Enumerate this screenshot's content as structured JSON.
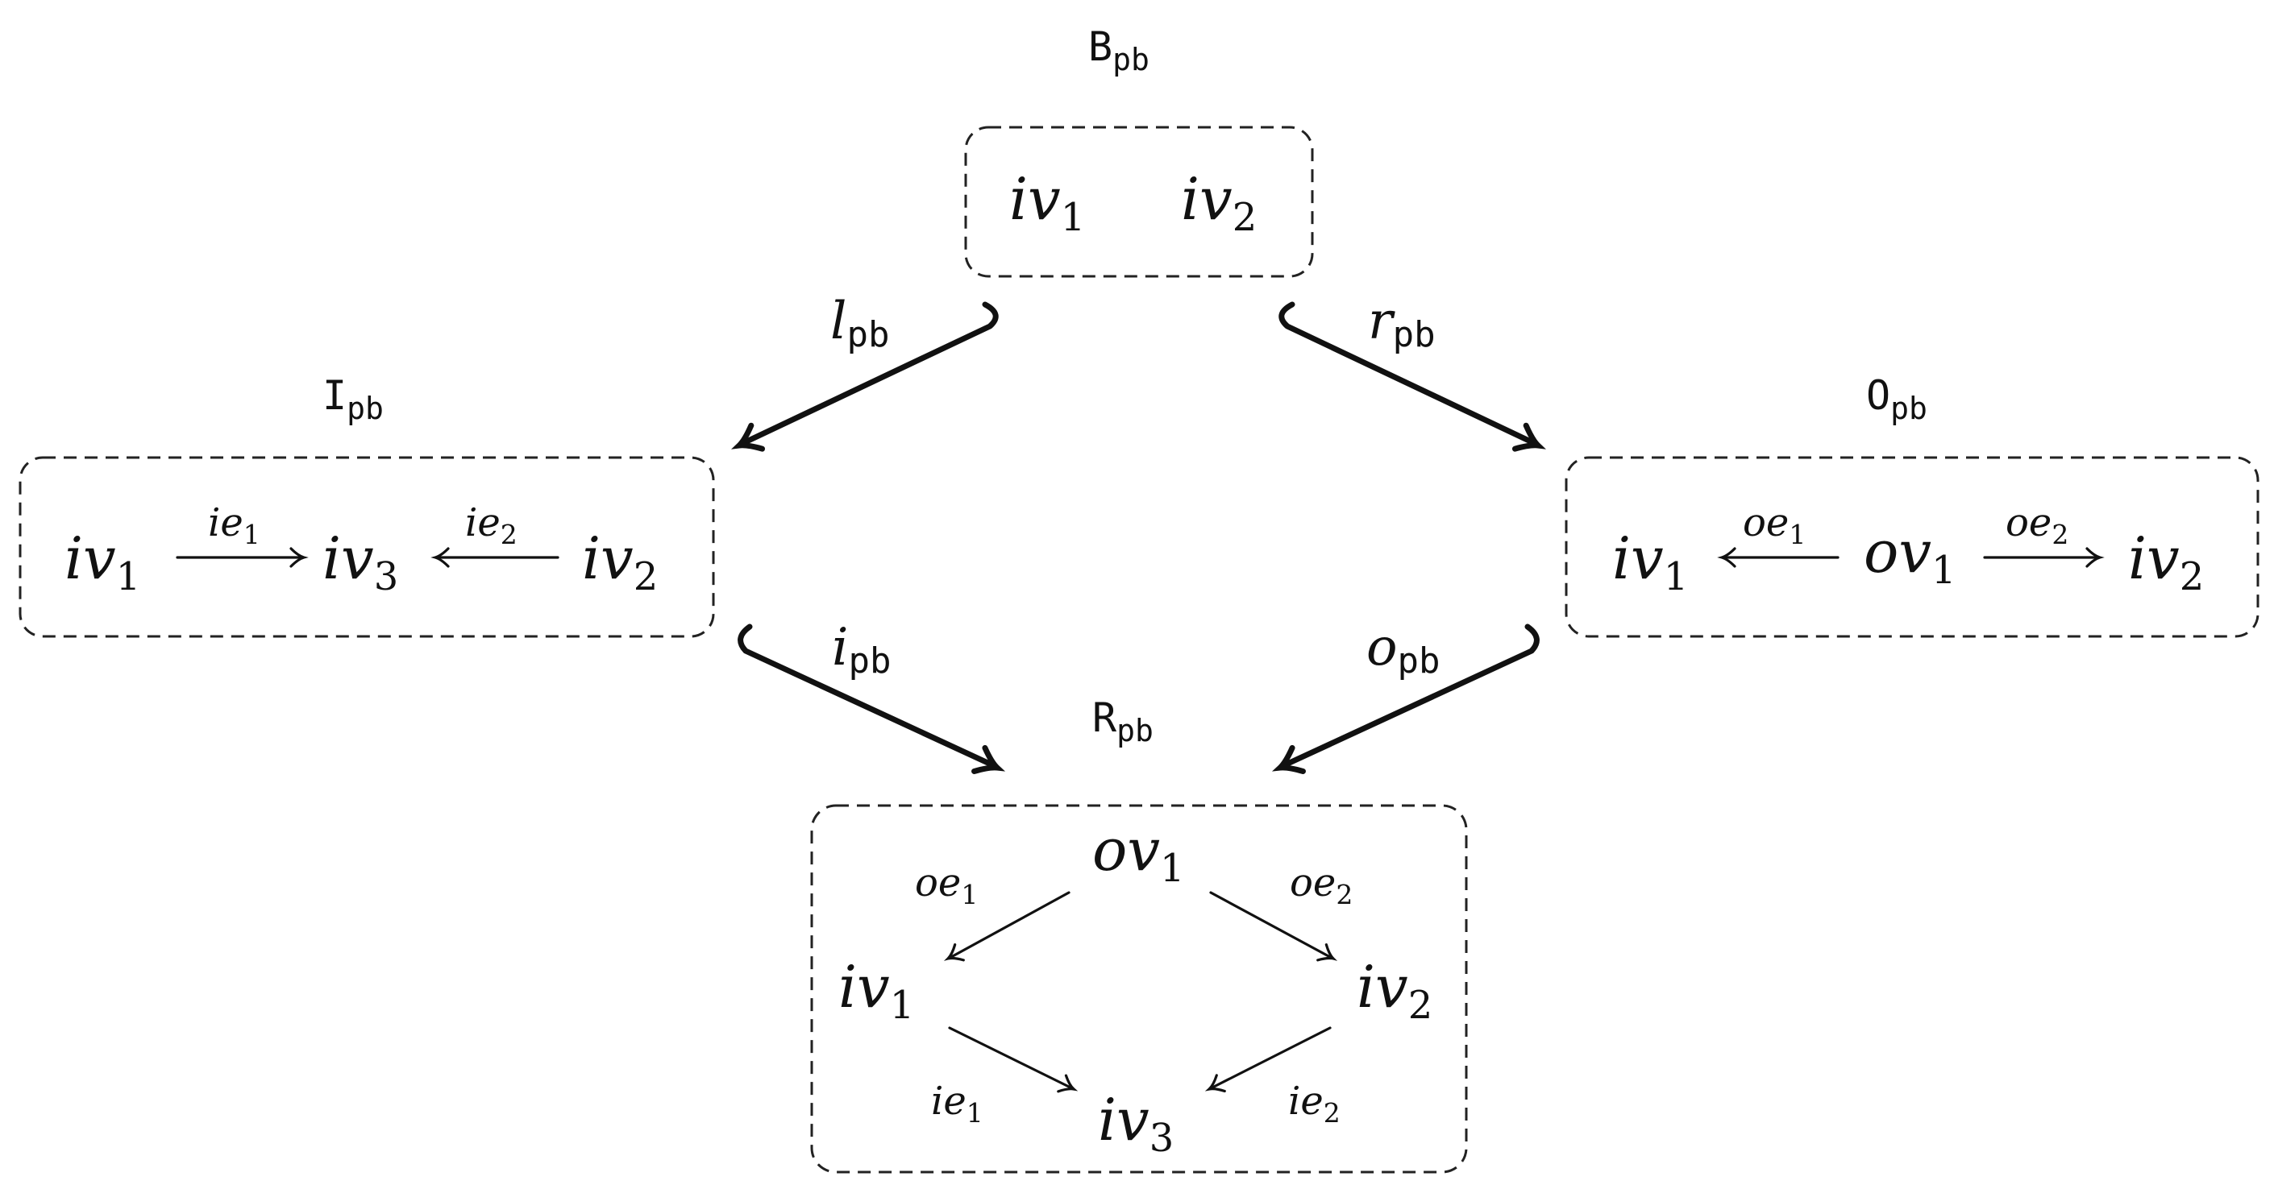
{
  "graphs": {
    "B": {
      "name": "B",
      "sub": "pb",
      "nodes": [
        "iv",
        "iv"
      ],
      "node_subs": [
        "1",
        "2"
      ]
    },
    "I": {
      "name": "I",
      "sub": "pb",
      "nodes": [
        "iv",
        "iv",
        "iv"
      ],
      "node_subs": [
        "1",
        "3",
        "2"
      ],
      "edges": [
        {
          "label": "ie",
          "sub": "1"
        },
        {
          "label": "ie",
          "sub": "2"
        }
      ]
    },
    "O": {
      "name": "O",
      "sub": "pb",
      "nodes": [
        "iv",
        "ov",
        "iv"
      ],
      "node_subs": [
        "1",
        "1",
        "2"
      ],
      "edges": [
        {
          "label": "oe",
          "sub": "1"
        },
        {
          "label": "oe",
          "sub": "2"
        }
      ]
    },
    "R": {
      "name": "R",
      "sub": "pb",
      "nodes": [
        "ov",
        "iv",
        "iv",
        "iv"
      ],
      "node_subs": [
        "1",
        "1",
        "2",
        "3"
      ],
      "edges": [
        {
          "label": "oe",
          "sub": "1"
        },
        {
          "label": "oe",
          "sub": "2"
        },
        {
          "label": "ie",
          "sub": "1"
        },
        {
          "label": "ie",
          "sub": "2"
        }
      ]
    }
  },
  "morphisms": [
    {
      "label": "l",
      "sub": "pb"
    },
    {
      "label": "r",
      "sub": "pb"
    },
    {
      "label": "i",
      "sub": "pb"
    },
    {
      "label": "o",
      "sub": "pb"
    }
  ],
  "colors": {
    "ink": "#111111"
  }
}
